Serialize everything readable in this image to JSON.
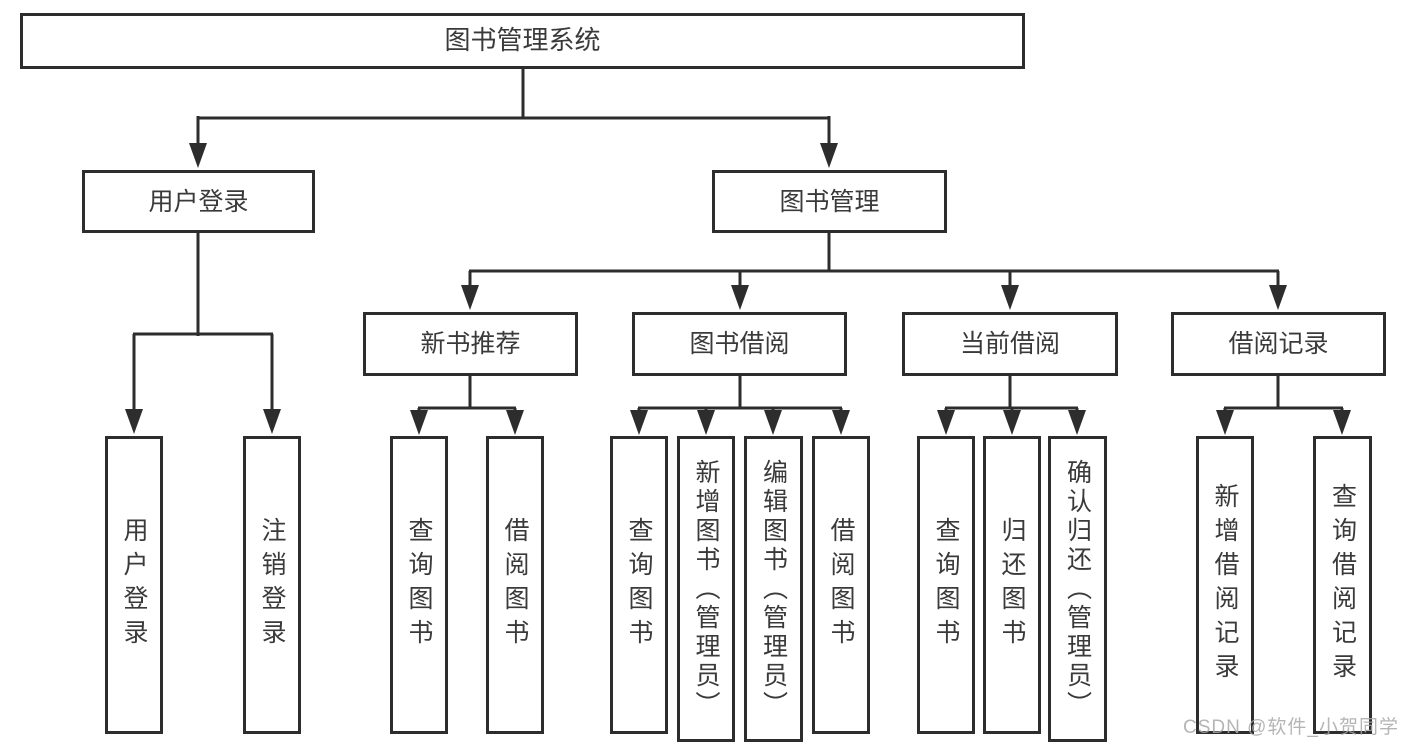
{
  "diagram": {
    "type": "tree",
    "root": {
      "label": "图书管理系统",
      "children": [
        {
          "label": "用户登录",
          "children": [
            {
              "label": "用户登录"
            },
            {
              "label": "注销登录"
            }
          ]
        },
        {
          "label": "图书管理",
          "children": [
            {
              "label": "新书推荐",
              "children": [
                {
                  "label": "查询图书"
                },
                {
                  "label": "借阅图书"
                }
              ]
            },
            {
              "label": "图书借阅",
              "children": [
                {
                  "label": "查询图书"
                },
                {
                  "label": "新增图书（管理员）"
                },
                {
                  "label": "编辑图书（管理员）"
                },
                {
                  "label": "借阅图书"
                }
              ]
            },
            {
              "label": "当前借阅",
              "children": [
                {
                  "label": "查询图书"
                },
                {
                  "label": "归还图书"
                },
                {
                  "label": "确认归还（管理员）"
                }
              ]
            },
            {
              "label": "借阅记录",
              "children": [
                {
                  "label": "新增借阅记录"
                },
                {
                  "label": "查询借阅记录"
                }
              ]
            }
          ]
        }
      ]
    },
    "watermark": "CSDN @软件_小贺同学",
    "colors": {
      "line": "#2d2d2d",
      "box_border": "#2d2d2d",
      "text": "#3a3a3a",
      "background": "#ffffff",
      "watermark": "#a9a9a9"
    }
  }
}
